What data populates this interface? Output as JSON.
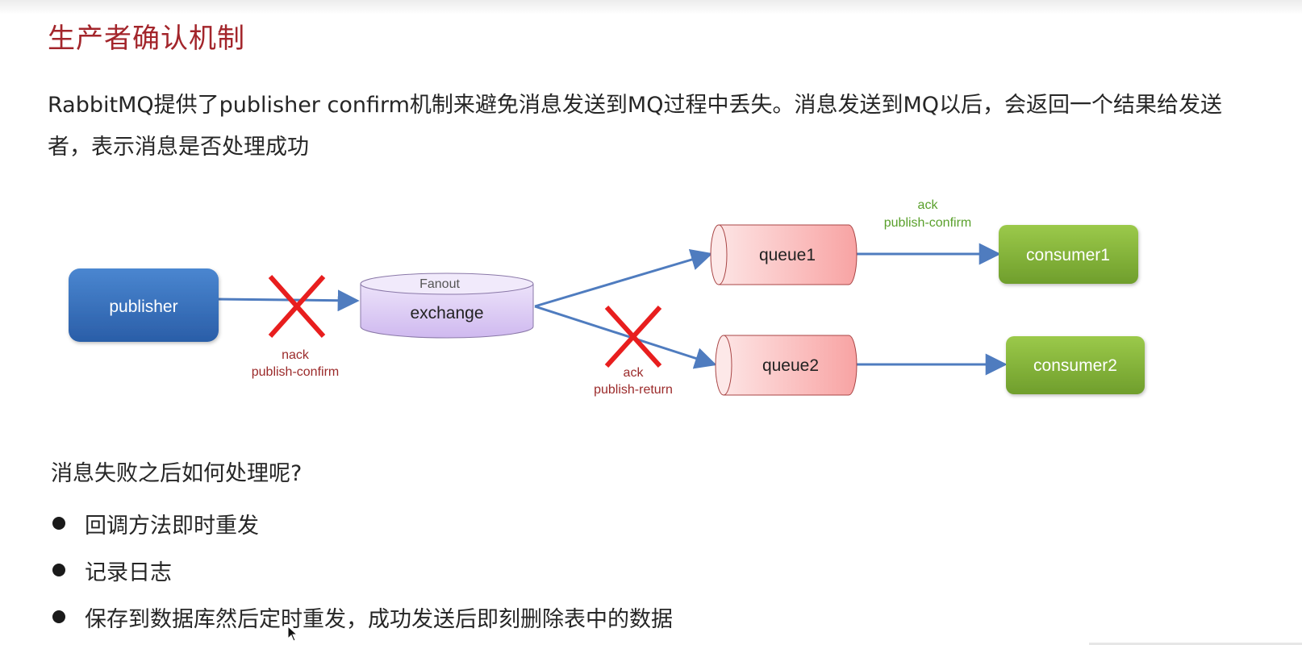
{
  "title": "生产者确认机制",
  "intro": "RabbitMQ提供了publisher confirm机制来避免消息发送到MQ过程中丢失。消息发送到MQ以后，会返回一个结果给发送者，表示消息是否处理成功",
  "diagram": {
    "publisher": "publisher",
    "exchange_type": "Fanout",
    "exchange": "exchange",
    "queue1": "queue1",
    "queue2": "queue2",
    "consumer1": "consumer1",
    "consumer2": "consumer2",
    "label_nack_1": "nack",
    "label_nack_2": "publish-confirm",
    "label_ack_return_1": "ack",
    "label_ack_return_2": "publish-return",
    "label_ack_confirm_1": "ack",
    "label_ack_confirm_2": "publish-confirm"
  },
  "colors": {
    "title": "#a3252b",
    "failure_label": "#9b2a2a",
    "success_label": "#5aa02c",
    "x_mark": "#e81e1e",
    "arrow": "#4f7cbf"
  },
  "question": "消息失败之后如何处理呢?",
  "bullets": [
    "回调方法即时重发",
    "记录日志",
    "保存到数据库然后定时重发，成功发送后即刻删除表中的数据"
  ]
}
